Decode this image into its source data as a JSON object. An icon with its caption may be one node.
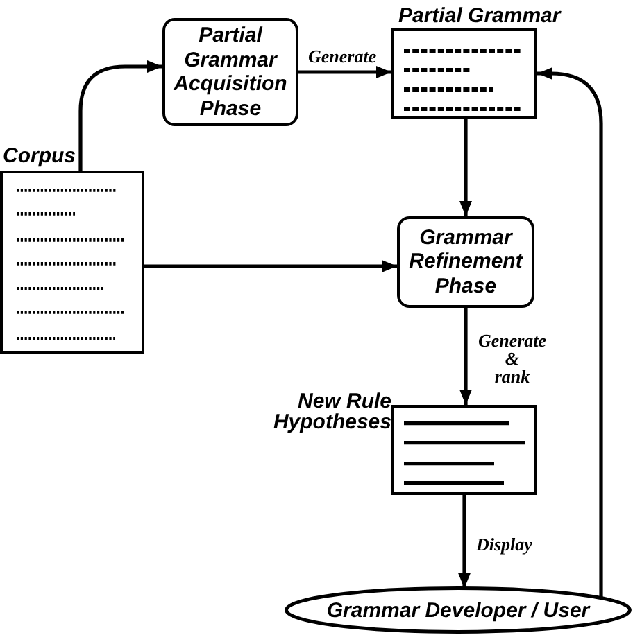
{
  "diagram": {
    "nodes": [
      {
        "text": [
          "Partial Grammar Acquisition Phase"
        ]
      },
      {
        "text": [
          "Partial Grammar"
        ]
      },
      {
        "text": [
          "Corpus"
        ]
      },
      {
        "text": [
          "Grammar Refinement Phase"
        ]
      },
      {
        "text": [
          "New Rule Hypotheses"
        ]
      },
      {
        "text": [
          "Grammar Developer / User"
        ]
      }
    ],
    "edges": [
      {
        "from": 2,
        "to": 0,
        "arrow": "to"
      },
      {
        "from": 0,
        "to": 1,
        "arrow": "to",
        "label": "Generate"
      },
      {
        "from": 1,
        "to": 3,
        "arrow": "to"
      },
      {
        "from": 2,
        "to": 3,
        "arrow": "to"
      },
      {
        "from": 3,
        "to": 4,
        "arrow": "to",
        "label": "Generate & rank"
      },
      {
        "from": 4,
        "to": 5,
        "arrow": "to",
        "label": "Display"
      },
      {
        "from": 5,
        "to": 1,
        "arrow": "to"
      }
    ]
  }
}
